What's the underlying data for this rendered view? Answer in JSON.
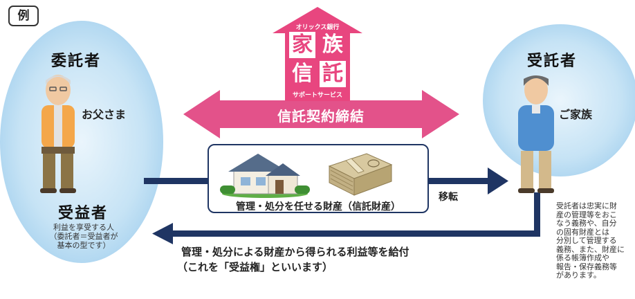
{
  "example_tag": "例",
  "logo": {
    "bank": "オリックス銀行",
    "chars": [
      "家",
      "族",
      "信",
      "託"
    ],
    "sub": "サポートサービス",
    "colors": {
      "pink": "#e8467f",
      "white": "#ffffff"
    }
  },
  "settlor": {
    "role": "委託者",
    "person": "お父さま"
  },
  "trustee": {
    "role": "受託者",
    "person": "ご家族"
  },
  "beneficiary": {
    "role": "受益者",
    "desc": [
      "利益を享受する人",
      "（委託者＝受益者が",
      "基本の型です）"
    ]
  },
  "contract": {
    "label": "信託契約締結"
  },
  "property": {
    "label": "管理・処分を任せる財産（信託財産）",
    "transfer": "移転"
  },
  "benefit": {
    "line1": "管理・処分による財産から得られる利益等を給付",
    "line2": "（これを「受益権」といいます）"
  },
  "trustee_note": [
    "受託者は忠実に財",
    "産の管理等をおこ",
    "なう義務や、自分",
    "の固有財産とは",
    "分別して管理する",
    "義務、また、財産に",
    "係る帳簿作成や",
    "報告・保存義務等",
    "があります。"
  ],
  "colors": {
    "ellipse_blue": "#b9dcf2",
    "arrow_pink": "#e3528a",
    "navy": "#1f3563"
  }
}
